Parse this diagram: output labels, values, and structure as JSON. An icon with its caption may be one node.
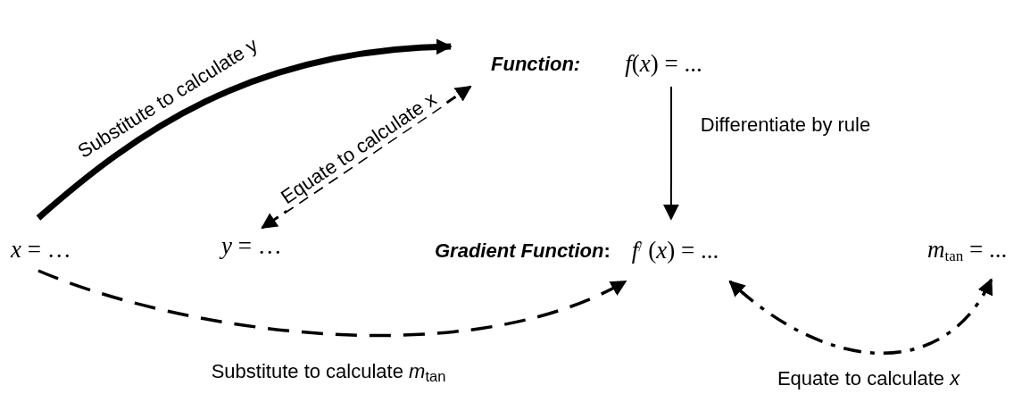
{
  "diagram": {
    "nodes": [
      {
        "text": [
          "Function:",
          "*f*(*x*) = ..."
        ]
      },
      {
        "text": [
          "*x* = …"
        ]
      },
      {
        "text": [
          "*y* = …"
        ]
      },
      {
        "text": [
          "*Gradient Function*:",
          "*f*$^{/}$ (*x*) = ..."
        ]
      },
      {
        "text": [
          "*m*$_{tan}$ = ..."
        ]
      }
    ],
    "edges": [
      {
        "from": 1,
        "to": 0,
        "arrow": "to",
        "label": "Substitute to calculate y",
        "style": "thick"
      },
      {
        "from": 0,
        "to": 2,
        "arrow": "both",
        "label": "Equate to calculate x",
        "style": "dashed"
      },
      {
        "from": 0,
        "to": 3,
        "arrow": "to",
        "label": "Differentiate by rule"
      },
      {
        "from": 1,
        "to": 3,
        "arrow": "to",
        "label": "Substitute to calculate *m*$_{tan}$",
        "style": "dashed"
      },
      {
        "from": 4,
        "to": 3,
        "arrow": "both",
        "label": "Equate to calculate *x*",
        "style": "dashed"
      }
    ]
  }
}
